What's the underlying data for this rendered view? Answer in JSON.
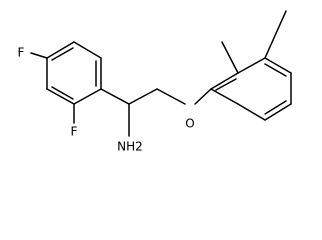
{
  "molecule": {
    "atoms": {
      "f_top_left": "F",
      "f_bottom": "F",
      "amine": "NH2",
      "ether_oxygen": "O"
    }
  }
}
